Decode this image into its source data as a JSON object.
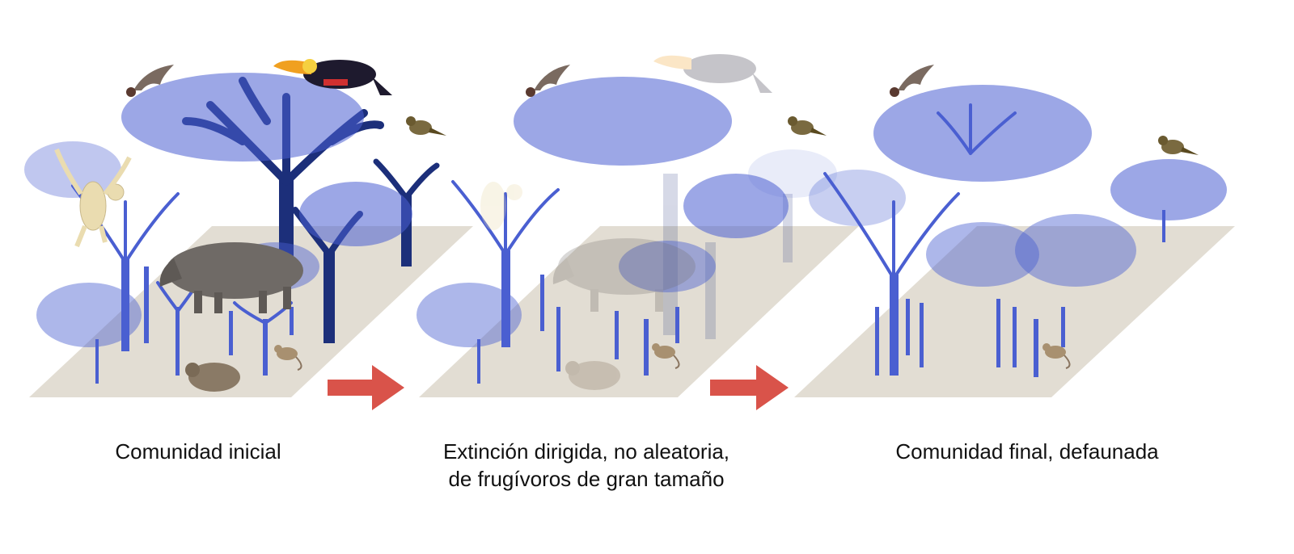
{
  "panels": [
    {
      "caption": "Comunidad inicial"
    },
    {
      "caption": "Extinción dirigida, no aleatoria, de frugívoros de gran tamaño"
    },
    {
      "caption": "Comunidad final, defaunada"
    }
  ],
  "colors": {
    "tree_blue": "#4a5fd1",
    "tree_dark": "#1c2f7a",
    "ground": "#e2ddd3",
    "arrow": "#d9534a",
    "caption_text": "#111111"
  },
  "animals": [
    "bat",
    "toucan",
    "monkey",
    "tapir",
    "thrush",
    "agouti",
    "opossum"
  ]
}
